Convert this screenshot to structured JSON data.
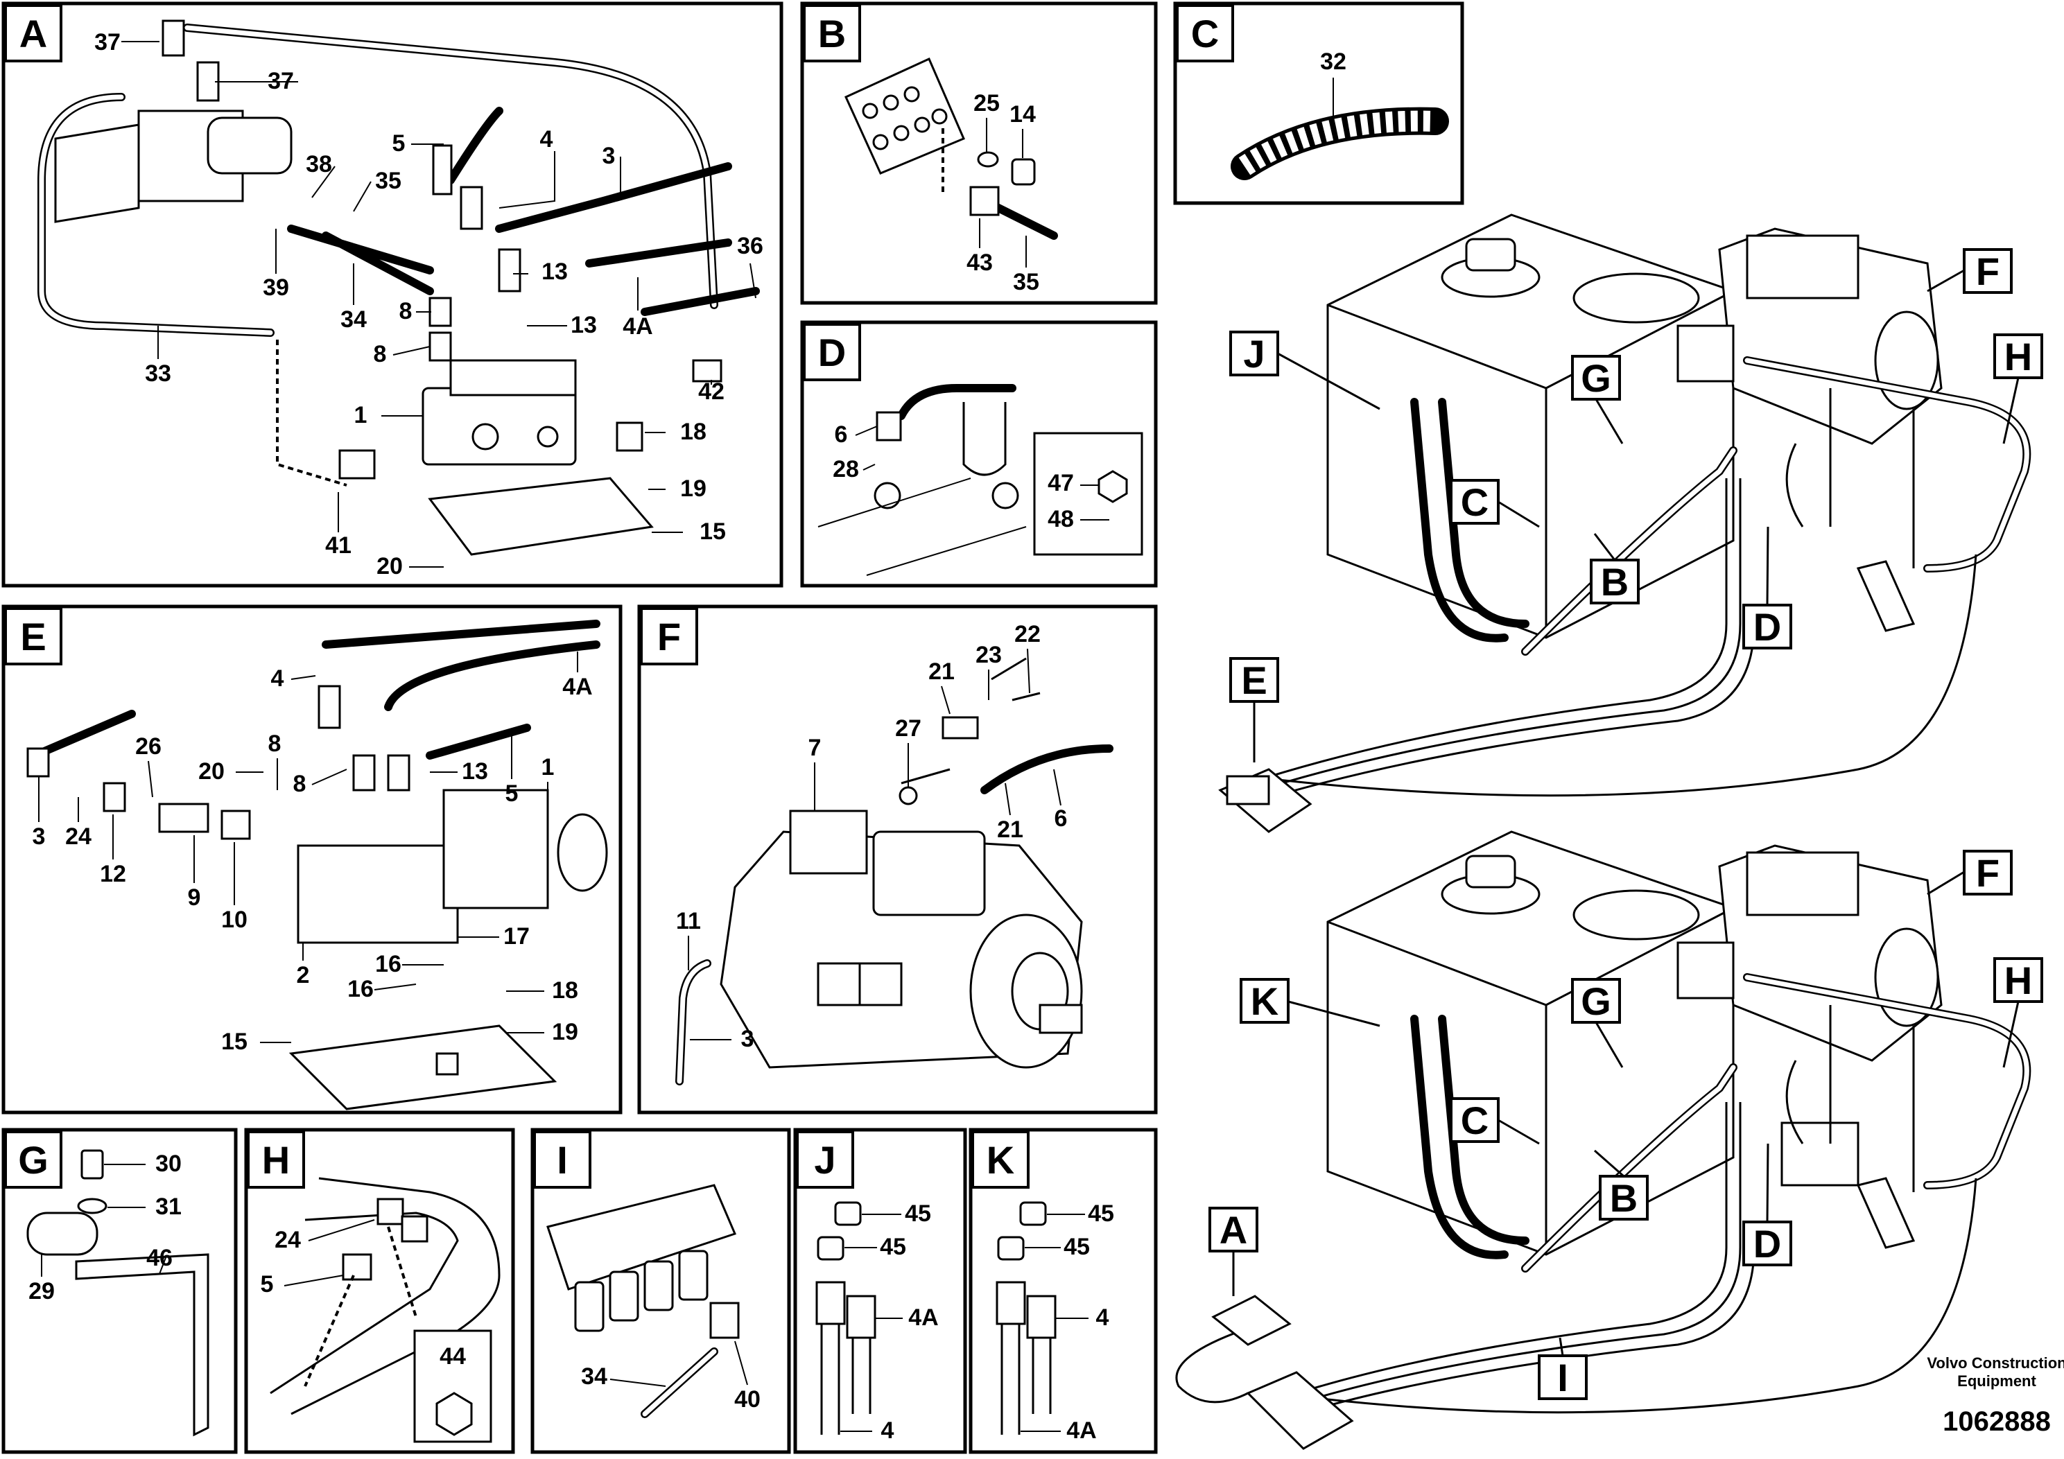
{
  "panels": {
    "A": {
      "letter": "A",
      "callouts": [
        "37",
        "37",
        "5",
        "4",
        "3",
        "38",
        "35",
        "39",
        "34",
        "13",
        "13",
        "8",
        "8",
        "4A",
        "36",
        "33",
        "42",
        "1",
        "18",
        "19",
        "41",
        "20",
        "15"
      ]
    },
    "B": {
      "letter": "B",
      "callouts": [
        "25",
        "14",
        "43",
        "35"
      ]
    },
    "C": {
      "letter": "C",
      "callouts": [
        "32"
      ]
    },
    "D": {
      "letter": "D",
      "callouts": [
        "6",
        "28",
        "47",
        "48"
      ]
    },
    "E": {
      "letter": "E",
      "callouts": [
        "4",
        "4A",
        "26",
        "20",
        "8",
        "13",
        "5",
        "1",
        "8",
        "3",
        "24",
        "12",
        "9",
        "10",
        "17",
        "2",
        "16",
        "16",
        "18",
        "15",
        "19"
      ]
    },
    "F": {
      "letter": "F",
      "callouts": [
        "22",
        "23",
        "21",
        "27",
        "7",
        "21",
        "6",
        "11",
        "3"
      ]
    },
    "G": {
      "letter": "G",
      "callouts": [
        "30",
        "31",
        "46",
        "29"
      ]
    },
    "H": {
      "letter": "H",
      "callouts": [
        "24",
        "5",
        "44"
      ]
    },
    "I": {
      "letter": "I",
      "callouts": [
        "34",
        "40"
      ]
    },
    "J": {
      "letter": "J",
      "callouts": [
        "45",
        "45",
        "4A",
        "4"
      ]
    },
    "K": {
      "letter": "K",
      "callouts": [
        "45",
        "45",
        "4",
        "4A"
      ]
    }
  },
  "overview": {
    "top_tags": [
      "F",
      "J",
      "G",
      "H",
      "C",
      "B",
      "D",
      "E"
    ],
    "bottom_tags": [
      "F",
      "H",
      "K",
      "G",
      "C",
      "B",
      "D",
      "A",
      "I"
    ]
  },
  "footer": {
    "brand_line1": "Volvo Construction",
    "brand_line2": "Equipment",
    "drawing_number": "1062888"
  }
}
